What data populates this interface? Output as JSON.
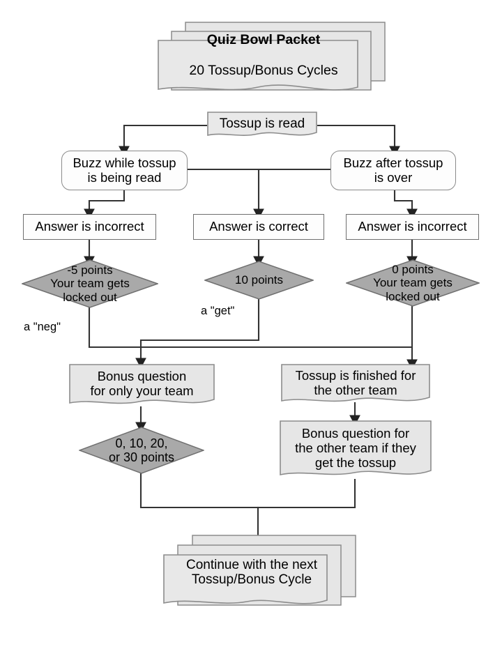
{
  "diagram": {
    "title": "Quiz Bowl Packet Flowchart",
    "type": "flowchart",
    "colors": {
      "page_background": "#ffffff",
      "document_fill": "#e6e6e6",
      "document_stroke": "#8c8c8c",
      "box_fill": "#fdfdfd",
      "box_stroke": "#6e6e6e",
      "diamond_fill": "#a9a9a9",
      "diamond_stroke": "#707070",
      "connector": "#333333",
      "text": "#000000"
    },
    "nodes": {
      "packet": {
        "shape": "stacked-document",
        "line1": "Quiz Bowl Packet",
        "line2": "20 Tossup/Bonus Cycles"
      },
      "tossup_read": {
        "shape": "document",
        "label": "Tossup is read"
      },
      "buzz_during": {
        "shape": "rounded-rectangle",
        "label": "Buzz while tossup\nis being read"
      },
      "buzz_after": {
        "shape": "rounded-rectangle",
        "label": "Buzz after tossup\nis over"
      },
      "answer_incorrect_left": {
        "shape": "rectangle",
        "label": "Answer is incorrect"
      },
      "answer_correct": {
        "shape": "rectangle",
        "label": "Answer is correct"
      },
      "answer_incorrect_right": {
        "shape": "rectangle",
        "label": "Answer is incorrect"
      },
      "neg_points": {
        "shape": "diamond",
        "label": "-5 points\nYour team gets\nlocked out",
        "caption": "a \"neg\""
      },
      "get_points": {
        "shape": "diamond",
        "label": "10 points",
        "caption": "a \"get\""
      },
      "zero_points": {
        "shape": "diamond",
        "label": "0 points\nYour team gets\nlocked out"
      },
      "bonus_own": {
        "shape": "document",
        "label": "Bonus question\nfor only your team"
      },
      "tossup_finished": {
        "shape": "document",
        "label": "Tossup is finished for\nthe other team"
      },
      "bonus_points": {
        "shape": "diamond",
        "label": "0, 10, 20,\nor 30 points"
      },
      "bonus_other": {
        "shape": "document",
        "label": "Bonus question for\nthe other team if they\nget the tossup"
      },
      "continue": {
        "shape": "stacked-document",
        "label": "Continue with the next\nTossup/Bonus Cycle"
      }
    },
    "edges": [
      {
        "from": "tossup_read",
        "to": "buzz_during"
      },
      {
        "from": "tossup_read",
        "to": "buzz_after"
      },
      {
        "from": "buzz_during",
        "to": "answer_incorrect_left"
      },
      {
        "from": "buzz_during",
        "to": "answer_correct"
      },
      {
        "from": "buzz_after",
        "to": "answer_correct"
      },
      {
        "from": "buzz_after",
        "to": "answer_incorrect_right"
      },
      {
        "from": "answer_incorrect_left",
        "to": "neg_points"
      },
      {
        "from": "answer_correct",
        "to": "get_points"
      },
      {
        "from": "answer_incorrect_right",
        "to": "zero_points"
      },
      {
        "from": "get_points",
        "to": "bonus_own"
      },
      {
        "from": "neg_points",
        "to": "tossup_finished"
      },
      {
        "from": "zero_points",
        "to": "tossup_finished"
      },
      {
        "from": "bonus_own",
        "to": "bonus_points"
      },
      {
        "from": "tossup_finished",
        "to": "bonus_other"
      },
      {
        "from": "bonus_points",
        "to": "continue"
      },
      {
        "from": "bonus_other",
        "to": "continue"
      }
    ]
  }
}
